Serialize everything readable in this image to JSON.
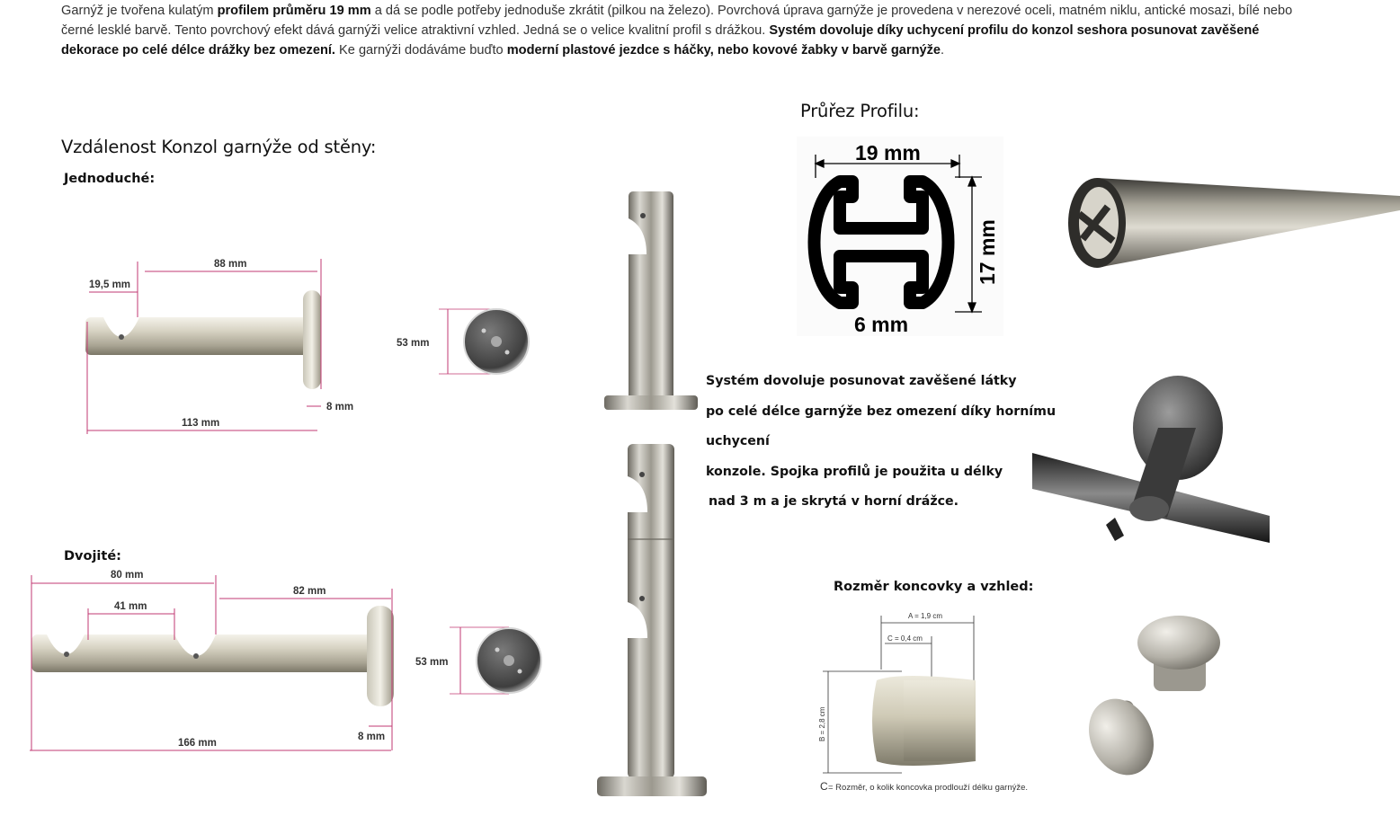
{
  "intro": {
    "p1": "Garnýž je tvořena kulatým ",
    "b1": "profilem průměru 19 mm",
    "p2": " a dá se podle potřeby jednoduše zkrátit (pilkou na železo). Povrchová úprava garnýže je provedena v nerezové oceli, matném niklu, antické mosazi, bílé nebo černé lesklé barvě. Tento povrchový efekt dává garnýži velice atraktivní vzhled. Jedná se o velice kvalitní profil s drážkou. ",
    "b2": "Systém dovoluje díky uchycení profilu do konzol seshora posunovat zavěšené dekorace po celé délce drážky bez omezení.",
    "p3": " Ke garnýži dodáváme buďto ",
    "b3": "moderní plastové jezdce s háčky, nebo kovové žabky v barvě garnýže",
    "p4": "."
  },
  "brackets": {
    "heading": "Vzdálenost Konzol garnýže od stěny:",
    "single": {
      "label": "Jednoduché:",
      "dims": {
        "d195": "19,5 mm",
        "d88": "88 mm",
        "d113": "113 mm",
        "d8": "8 mm",
        "d53": "53 mm"
      }
    },
    "double": {
      "label": "Dvojité:",
      "dims": {
        "d80": "80 mm",
        "d41": "41 mm",
        "d82": "82 mm",
        "d166": "166 mm",
        "d8": "8 mm",
        "d53": "53 mm"
      }
    }
  },
  "profile": {
    "heading": "Průřez Profilu:",
    "width": "19 mm",
    "height": "17 mm",
    "slot": "6 mm"
  },
  "system_text": {
    "l1": "Systém dovoluje posunovat zavěšené látky",
    "l2": "po celé délce garnýže bez omezení díky hornímu uchycení",
    "l3": "konzole. Spojka profilů je použita u délky",
    "l4": " nad 3 m a je skrytá v horní drážce."
  },
  "endcap": {
    "heading": "Rozměr koncovky a vzhled:",
    "a": "A = 1,9 cm",
    "b": "B = 2,8 cm",
    "c": "C = 0,4 cm",
    "note_letter": "C",
    "note": " = Rozměr, o kolik koncovka prodlouží délku garnýže."
  },
  "colors": {
    "dimension_line": "#c23a73",
    "metal_light": "#e4e1d6",
    "metal_dark": "#8e8a7c",
    "steel_dark": "#3a3a3a"
  }
}
